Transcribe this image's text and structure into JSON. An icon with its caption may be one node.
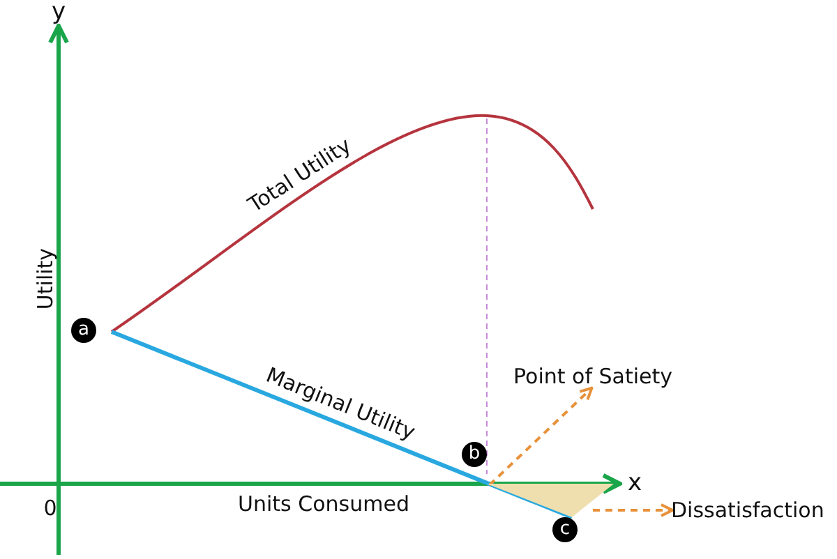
{
  "diagram": {
    "nodes": [
      {
        "text": [
          "a"
        ]
      },
      {
        "text": [
          "b"
        ]
      },
      {
        "text": [
          "c"
        ]
      },
      {
        "text": [],
        "shape": "triangle"
      },
      {
        "text": [
          "Point of Satiety"
        ]
      },
      {
        "text": [
          "Dissatisfaction"
        ]
      }
    ],
    "edges": [
      {
        "from": 3,
        "to": 4,
        "arrow": "to",
        "style": "dashed"
      },
      {
        "from": 3,
        "to": 5,
        "arrow": "to",
        "style": "dashed"
      }
    ],
    "labels": [
      "y",
      "Utility",
      "Total Utility",
      "Marginal Utility",
      "x",
      "0",
      "Units Consumed"
    ]
  }
}
